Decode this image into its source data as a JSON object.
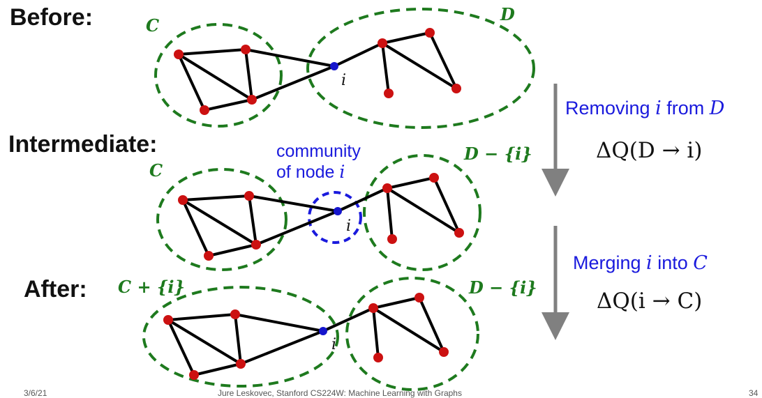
{
  "colors": {
    "community_outline": "#1e7a1e",
    "node_fill": "#cc1111",
    "node_i_fill": "#1515cc",
    "edge": "#000000",
    "node_i_community_outline": "#1a1add",
    "arrow": "#808080",
    "annotation_text": "#1a1add"
  },
  "stages": {
    "before": {
      "label": "Before:",
      "community_c": "C",
      "community_d": "D",
      "node_label": "i"
    },
    "intermediate": {
      "label": "Intermediate:",
      "community_c": "C",
      "community_d": "D − {i}",
      "node_label": "i",
      "note_line1": "community",
      "note_line2_text": "of node ",
      "note_line2_var": "i"
    },
    "after": {
      "label": "After:",
      "community_c": "C + {i}",
      "community_d": "D − {i}",
      "node_label": "i"
    }
  },
  "steps": [
    {
      "title_text": "Removing ",
      "title_var": "i",
      "title_mid": " from ",
      "title_set": "D",
      "formula": "ΔQ(D → i)"
    },
    {
      "title_text": "Merging ",
      "title_var": "i",
      "title_mid": " into ",
      "title_set": "C",
      "formula": "ΔQ(i → C)"
    }
  ],
  "footer": {
    "date": "3/6/21",
    "course": "Jure Leskovec, Stanford CS224W: Machine Learning with Graphs",
    "page": "34"
  }
}
